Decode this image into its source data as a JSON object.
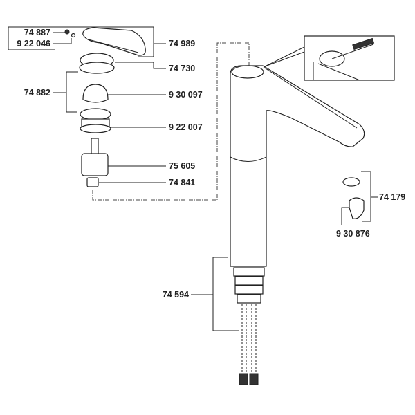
{
  "title": "Faucet spare parts exploded diagram",
  "parts": {
    "p74887": "74 887",
    "p922046": "9 22 046",
    "p74989": "74 989",
    "p74730": "74 730",
    "p74882": "74 882",
    "p930097": "9 30 097",
    "p922007": "9 22 007",
    "p75605": "75 605",
    "p74841": "74 841",
    "p74179": "74 179",
    "p930876": "9 30 876",
    "p74594": "74 594"
  }
}
